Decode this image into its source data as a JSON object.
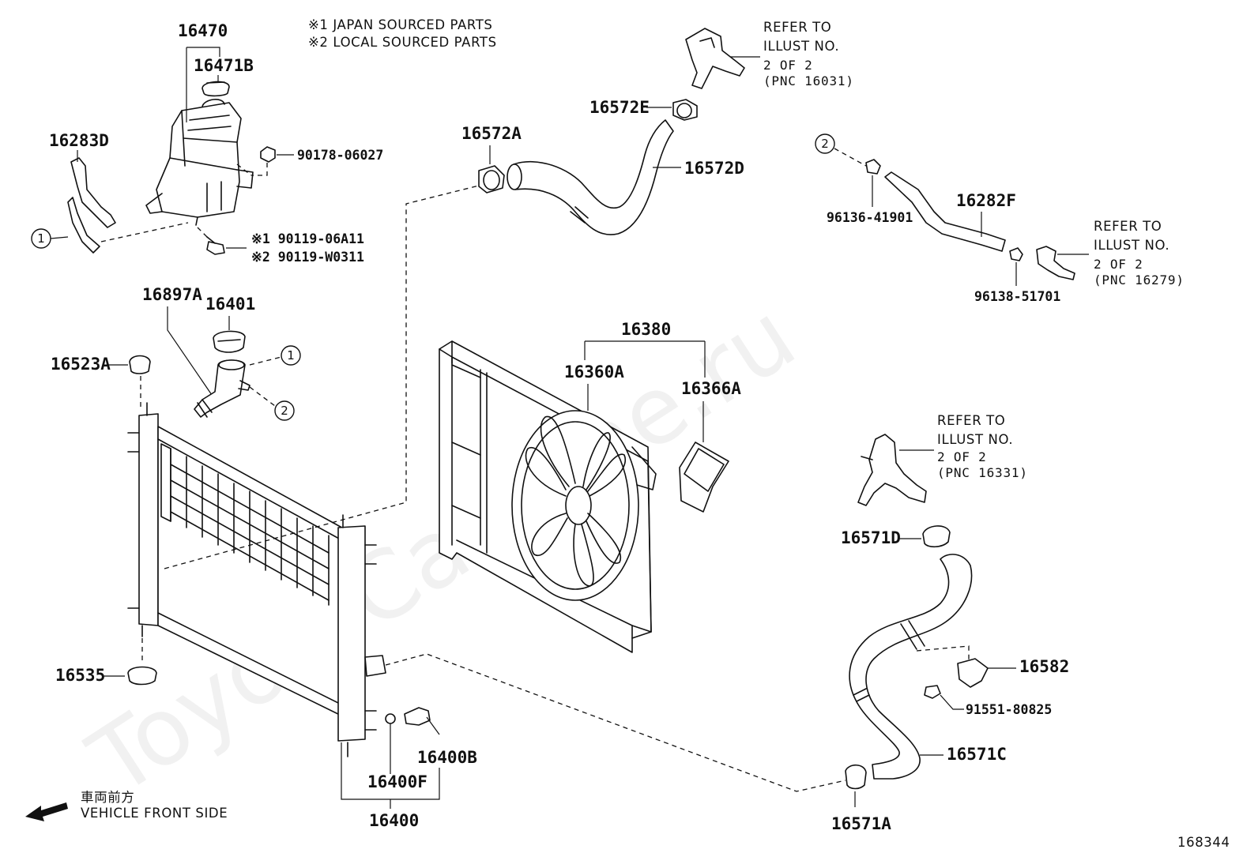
{
  "watermark": "ToyotaCarMine.ru",
  "notes": {
    "japan": "※1 JAPAN SOURCED PARTS",
    "local": "※2 LOCAL SOURCED PARTS"
  },
  "labels": {
    "p16470": "16470",
    "p16471B": "16471B",
    "p90178": "90178-06027",
    "p16283D": "16283D",
    "p90119_j": "※1 90119-06A11",
    "p90119_l": "※2 90119-W0311",
    "p16897A": "16897A",
    "p16401": "16401",
    "p16523A": "16523A",
    "p16535": "16535",
    "p16400": "16400",
    "p16400F": "16400F",
    "p16400B": "16400B",
    "p16572A": "16572A",
    "p16572E": "16572E",
    "p16572D": "16572D",
    "p16380": "16380",
    "p16360A": "16360A",
    "p16366A": "16366A",
    "p96136": "96136-41901",
    "p16282F": "16282F",
    "p96138": "96138-51701",
    "p16571D": "16571D",
    "p16582": "16582",
    "p91551": "91551-80825",
    "p16571C": "16571C",
    "p16571A": "16571A"
  },
  "refs": {
    "r1": {
      "l1": "REFER TO",
      "l2": "ILLUST NO.",
      "l3": "2 OF 2",
      "l4": "(PNC 16031)"
    },
    "r2": {
      "l1": "REFER TO",
      "l2": "ILLUST NO.",
      "l3": "2 OF 2",
      "l4": "(PNC 16279)"
    },
    "r3": {
      "l1": "REFER TO",
      "l2": "ILLUST NO.",
      "l3": "2 OF 2",
      "l4": "(PNC 16331)"
    }
  },
  "circle_refs": {
    "one": "1",
    "two": "2"
  },
  "front": {
    "jp": "車両前方",
    "en": "VEHICLE FRONT SIDE"
  },
  "figure_id": "168344",
  "icons": [
    "front-arrow-icon"
  ]
}
